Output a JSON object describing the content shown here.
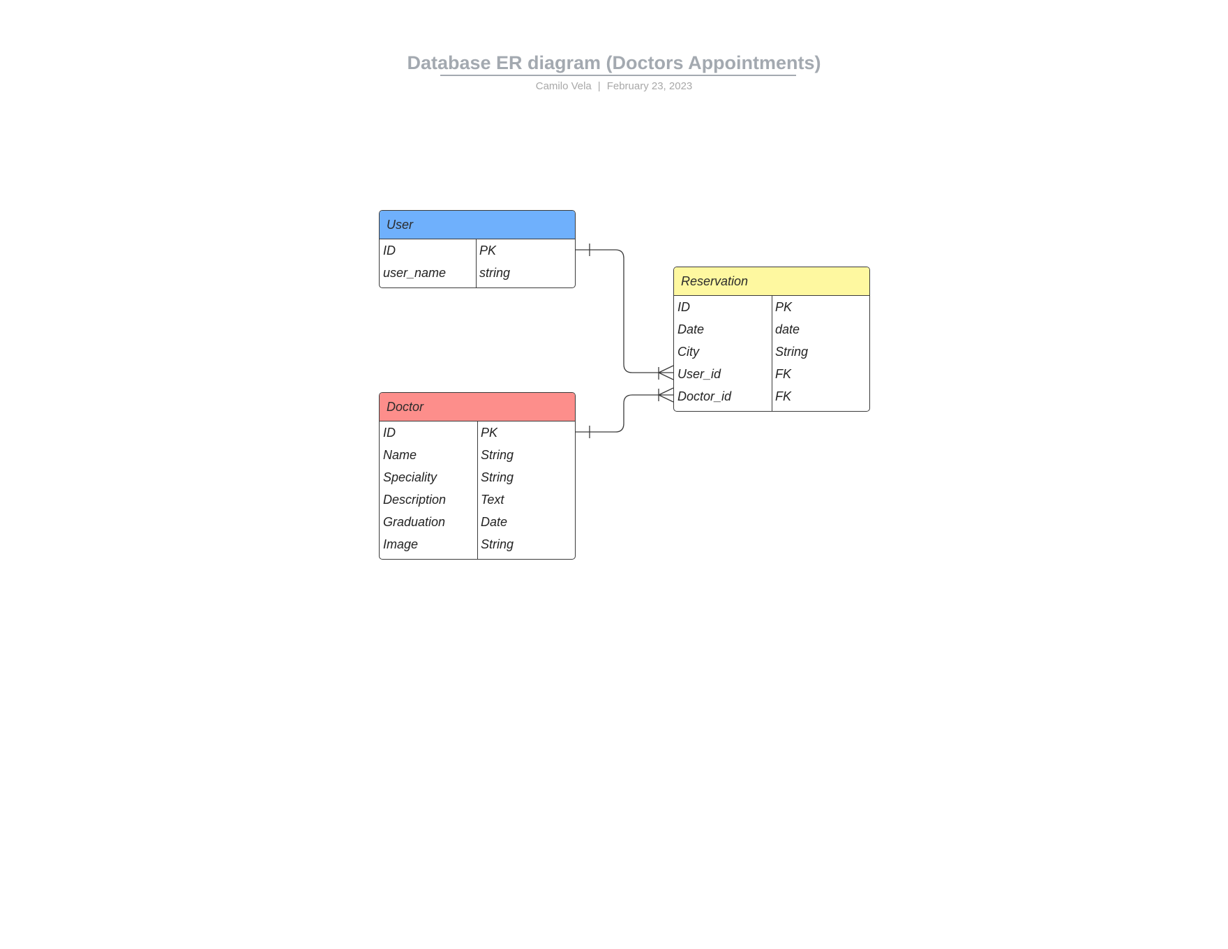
{
  "document": {
    "title": "Database ER diagram (Doctors Appointments)",
    "author": "Camilo Vela",
    "separator": "|",
    "date": "February 23, 2023"
  },
  "colors": {
    "title_text": "#a3a9b0",
    "user_header": "#6fb0fc",
    "doctor_header": "#fd8e8b",
    "reservation_header": "#fef8a0",
    "stroke": "#3a3a3a"
  },
  "entities": {
    "user": {
      "name": "User",
      "rows": [
        {
          "field": "ID",
          "type": "PK"
        },
        {
          "field": "user_name",
          "type": "string"
        }
      ]
    },
    "doctor": {
      "name": "Doctor",
      "rows": [
        {
          "field": "ID",
          "type": "PK"
        },
        {
          "field": "Name",
          "type": "String"
        },
        {
          "field": "Speciality",
          "type": "String"
        },
        {
          "field": "Description",
          "type": "Text"
        },
        {
          "field": "Graduation",
          "type": "Date"
        },
        {
          "field": "Image",
          "type": "String"
        }
      ]
    },
    "reservation": {
      "name": "Reservation",
      "rows": [
        {
          "field": "ID",
          "type": "PK"
        },
        {
          "field": "Date",
          "type": "date"
        },
        {
          "field": "City",
          "type": "String"
        },
        {
          "field": "User_id",
          "type": "FK"
        },
        {
          "field": "Doctor_id",
          "type": "FK"
        }
      ]
    }
  },
  "relationships": [
    {
      "from": "User.ID",
      "to": "Reservation.User_id",
      "from_cardinality": "one",
      "to_cardinality": "one-or-many"
    },
    {
      "from": "Doctor.ID",
      "to": "Reservation.Doctor_id",
      "from_cardinality": "one",
      "to_cardinality": "one-or-many"
    }
  ]
}
